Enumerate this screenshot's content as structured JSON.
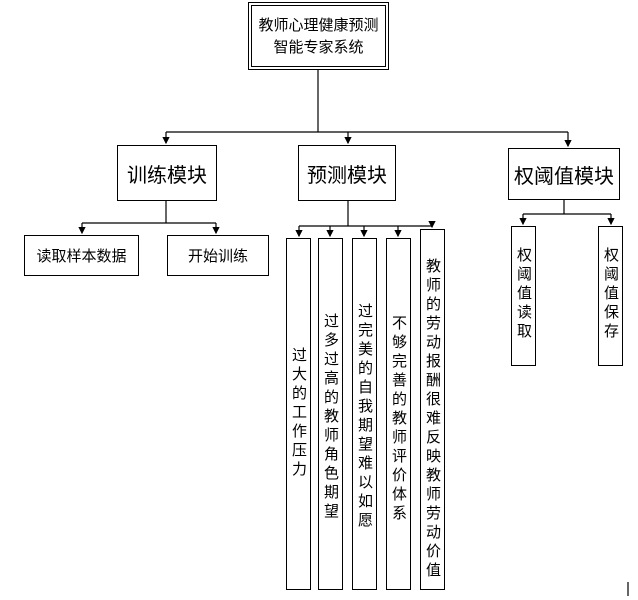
{
  "root": {
    "title": "教师心理健康预测智能专家系统"
  },
  "modules": [
    {
      "label": "训练模块",
      "children": [
        "读取样本数据",
        "开始训练"
      ]
    },
    {
      "label": "预测模块",
      "children": [
        "过大的工作压力",
        "过多过高的教师角色期望",
        "过完美的自我期望难以如愿",
        "不够完善的教师评价体系",
        "教师的劳动报酬很难反映教师劳动价值"
      ]
    },
    {
      "label": "权阈值模块",
      "children": [
        "权阈值读取",
        "权阈值保存"
      ]
    }
  ]
}
